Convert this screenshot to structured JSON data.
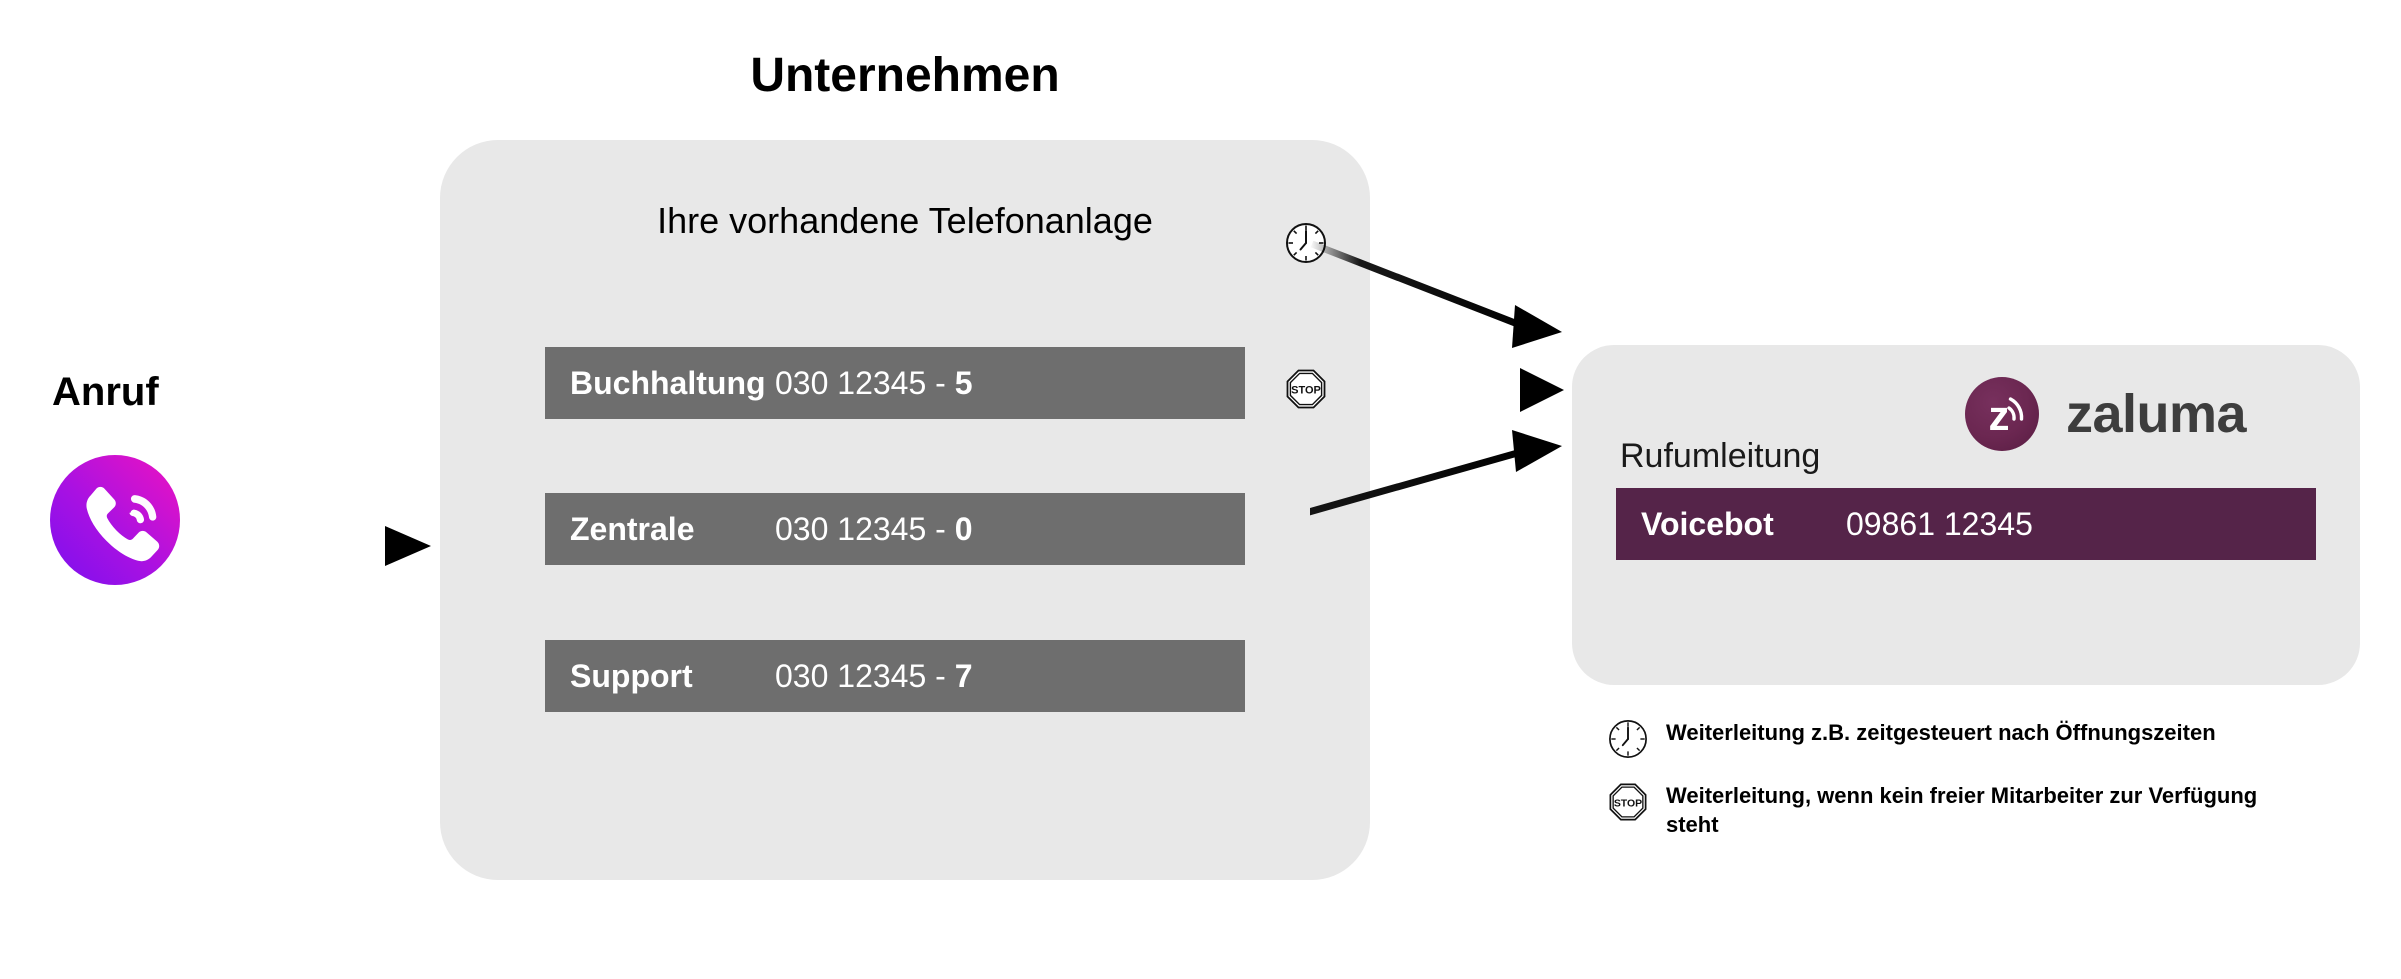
{
  "company": {
    "title": "Unternehmen",
    "pbx_card_title": "Ihre vorhandene Telefonanlage",
    "rows": [
      {
        "name": "Buchhaltung",
        "number_prefix": "030 12345 - ",
        "number_suffix": "5",
        "marker": "clock-icon"
      },
      {
        "name": "Zentrale",
        "number_prefix": "030 12345 - ",
        "number_suffix": "0",
        "marker": "stop-icon"
      },
      {
        "name": "Support",
        "number_prefix": "030 12345 - ",
        "number_suffix": "7",
        "marker": "none"
      }
    ]
  },
  "call": {
    "label": "Anruf",
    "icon": "phone-call-icon",
    "arrow": "arrow-right-icon"
  },
  "zaluma": {
    "card_title": "Rufumleitung",
    "brand": "zaluma",
    "logo_icon": "zaluma-z-signal-icon",
    "row": {
      "name": "Voicebot",
      "number": "09861 12345"
    }
  },
  "legend": {
    "items": [
      {
        "icon": "clock-icon",
        "text": "Weiterleitung z.B. zeitgesteuert nach Öffnungszeiten"
      },
      {
        "icon": "stop-icon",
        "text": "Weiterleitung, wenn kein freier Mitarbeiter zur Verfügung steht"
      }
    ]
  },
  "colors": {
    "card_background": "#e8e8e8",
    "pbx_row": "#6e6e6e",
    "zaluma_row": "#552449",
    "zaluma_logo_purple": "#6b2751",
    "zaluma_wordmark": "#3d3d3d",
    "phone_gradient_from": "#8a0fe8",
    "phone_gradient_to": "#e812c6",
    "text_dark": "#000000",
    "text_light": "#ffffff"
  }
}
